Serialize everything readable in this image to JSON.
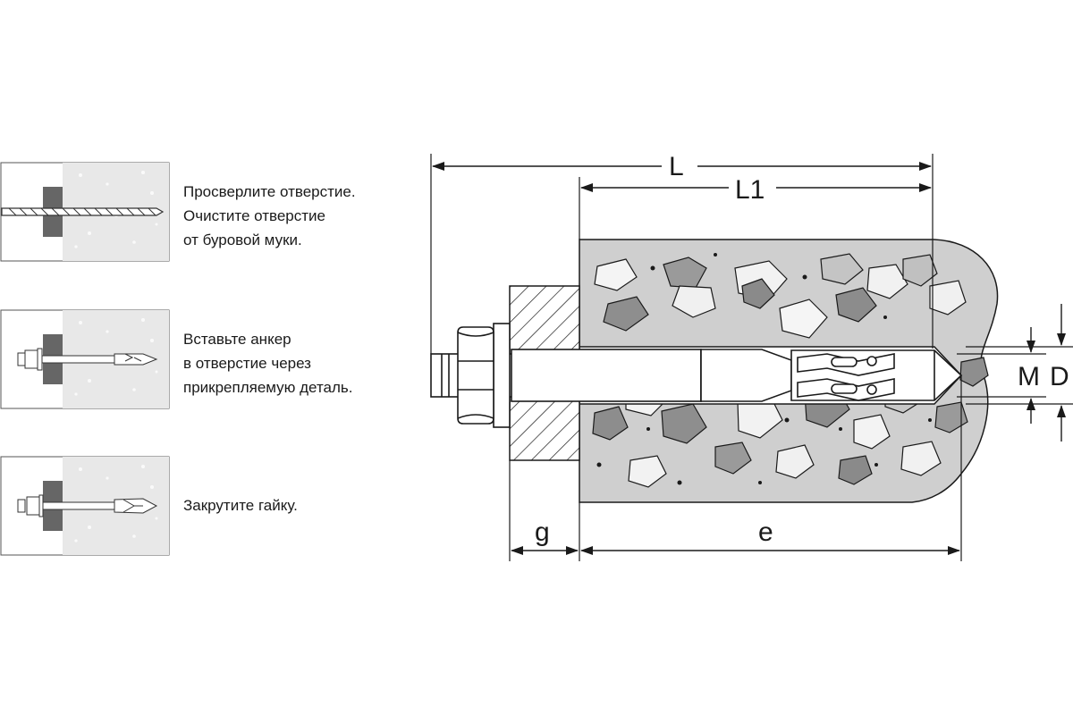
{
  "steps": [
    {
      "lines": [
        "Просверлите отверстие.",
        "Очистите отверстие",
        "от буровой муки."
      ],
      "icon": "drill-bit-icon"
    },
    {
      "lines": [
        "Вставьте анкер",
        "в отверстие через",
        "прикрепляемую деталь."
      ],
      "icon": "anchor-insert-icon"
    },
    {
      "lines": [
        "Закрутите гайку."
      ],
      "icon": "nut-tighten-icon"
    }
  ],
  "dimensions": {
    "L": "L",
    "L1": "L1",
    "g": "g",
    "e": "e",
    "M": "M",
    "D": "D"
  },
  "colors": {
    "concrete": "#c9c9c9",
    "concrete_light": "#e6e6e6",
    "aggregate_dark": "#8a8a8a",
    "aggregate_light": "#f2f2f2",
    "steel": "#ffffff",
    "line": "#1a1a1a",
    "plate": "#ffffff",
    "wall_block": "#6e6e6e"
  }
}
